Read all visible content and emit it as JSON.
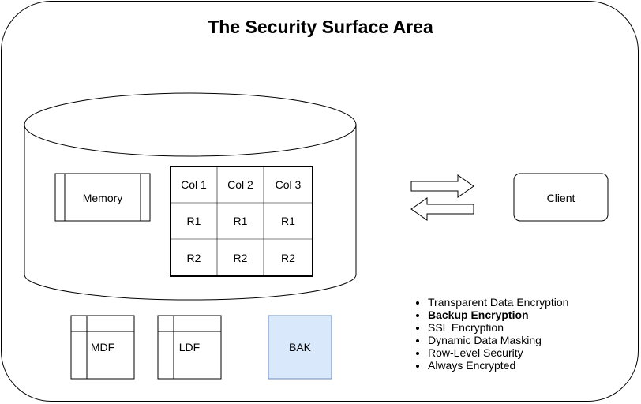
{
  "title": "The Security Surface Area",
  "database": {
    "memory_label": "Memory",
    "table": {
      "headers": [
        "Col 1",
        "Col 2",
        "Col 3"
      ],
      "rows": [
        [
          "R1",
          "R1",
          "R1"
        ],
        [
          "R2",
          "R2",
          "R2"
        ]
      ]
    }
  },
  "files": [
    {
      "label": "MDF"
    },
    {
      "label": "LDF"
    },
    {
      "label": "BAK",
      "fill": "#dae8fc",
      "stroke": "#6c8ebf"
    }
  ],
  "client_label": "Client",
  "features": [
    {
      "text": "Transparent Data Encryption",
      "bold": false
    },
    {
      "text": "Backup Encryption",
      "bold": true
    },
    {
      "text": "SSL Encryption",
      "bold": false
    },
    {
      "text": "Dynamic Data Masking",
      "bold": false
    },
    {
      "text": "Row-Level Security",
      "bold": false
    },
    {
      "text": "Always Encrypted",
      "bold": false
    }
  ]
}
